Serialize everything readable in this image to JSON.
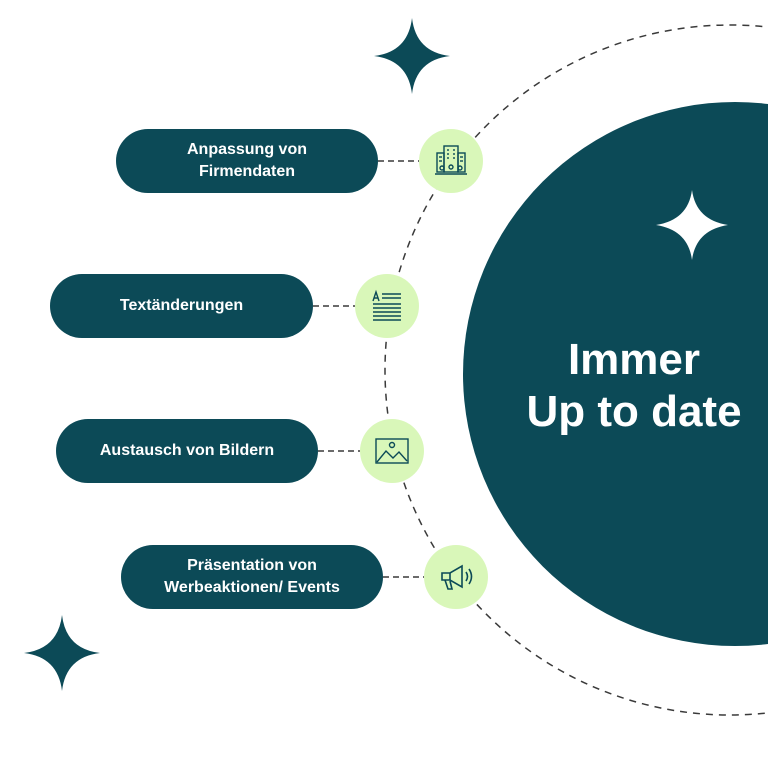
{
  "main": {
    "title_line1": "Immer",
    "title_line2": "Up to date"
  },
  "items": [
    {
      "line1": "Anpassung von",
      "line2": "Firmendaten",
      "icon": "office-building-icon"
    },
    {
      "line1": "Textänderungen",
      "line2": "",
      "icon": "text-document-icon"
    },
    {
      "line1": "Austausch von Bildern",
      "line2": "",
      "icon": "image-icon"
    },
    {
      "line1": "Präsentation von",
      "line2": "Werbeaktionen/ Events",
      "icon": "megaphone-icon"
    }
  ],
  "colors": {
    "primary": "#0c4a57",
    "icon_bg": "#d9f7b9",
    "background": "#ffffff",
    "text_on_primary": "#ffffff"
  }
}
